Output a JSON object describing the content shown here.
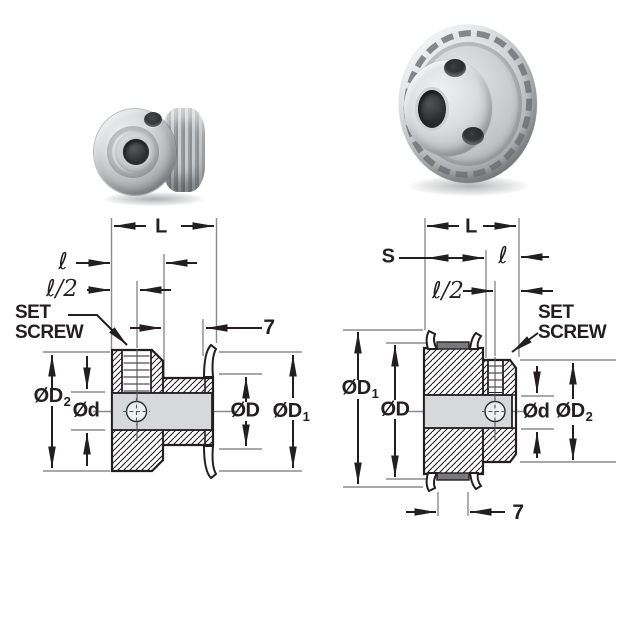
{
  "colors": {
    "ink": "#231f20",
    "guide_gray": "#8a8c8e",
    "bore_fill": "#d6d8da",
    "teeth_fill": "#77797c",
    "paper": "#ffffff"
  },
  "left_view": {
    "L": "L",
    "l": "ℓ",
    "l_half": "ℓ/2",
    "set_screw": [
      "SET",
      "SCREW"
    ],
    "od2": {
      "base": "ØD",
      "sub": "2"
    },
    "od_small": "Ød",
    "od": "ØD",
    "od1": {
      "base": "ØD",
      "sub": "1"
    },
    "tooth_width": "7"
  },
  "right_view": {
    "L": "L",
    "S": "S",
    "l": "ℓ",
    "l_half": "ℓ/2",
    "set_screw": [
      "SET",
      "SCREW"
    ],
    "od1": {
      "base": "ØD",
      "sub": "1"
    },
    "od": "ØD",
    "od_small": "Ød",
    "od2": {
      "base": "ØD",
      "sub": "2"
    },
    "tooth_width": "7"
  }
}
